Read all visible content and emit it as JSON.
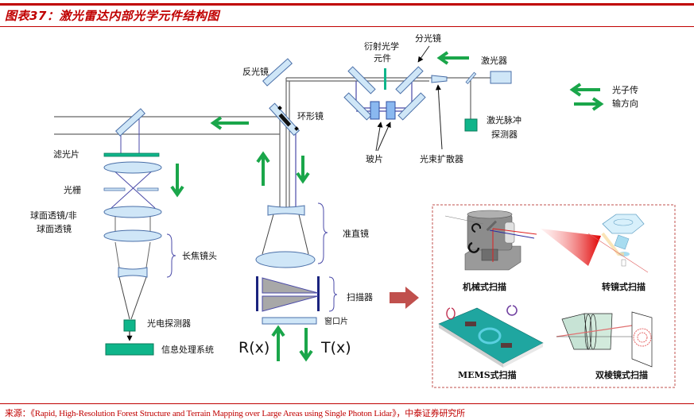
{
  "header": {
    "title": "图表37：激光雷达内部光学元件结构图"
  },
  "diagram": {
    "labels": {
      "reflector": "反光镜",
      "diffractive_element_line1": "衍射光学",
      "diffractive_element_line2": "元件",
      "beam_splitter": "分光镜",
      "laser": "激光器",
      "ring_mirror": "环形镜",
      "pulse_detector_line1": "激光脉冲",
      "pulse_detector_line2": "探测器",
      "wave_plate": "玻片",
      "beam_expander": "光束扩散器",
      "filter": "滤光片",
      "grating": "光栅",
      "lens_line1": "球面透镜/非",
      "lens_line2": "球面透镜",
      "telephoto_lens": "长焦镜头",
      "collimator": "准直镜",
      "scanner": "扫描器",
      "window": "窗口片",
      "photodetector": "光电探测器",
      "info_processing": "信息处理系统",
      "rx": "R(x)",
      "tx": "T(x)"
    },
    "legend": {
      "line1": "光子传",
      "line2": "输方向"
    },
    "scanner_types": [
      {
        "label": "机械式扫描"
      },
      {
        "label": "转镜式扫描"
      },
      {
        "label": "MEMS式扫描"
      },
      {
        "label": "双棱镜式扫描"
      }
    ],
    "colors": {
      "accent_red": "#c00000",
      "arrow_green": "#1aa64a",
      "component_teal": "#0fb58a",
      "optic_blue": "#cfe6f7",
      "beam_purple": "#4a4aa8",
      "scan_arrow": "#c0504d"
    }
  },
  "footer": {
    "source": "来源：《Rapid, High-Resolution Forest Structure and Terrain Mapping over Large Areas using Single Photon Lidar》，中泰证券研究所"
  }
}
